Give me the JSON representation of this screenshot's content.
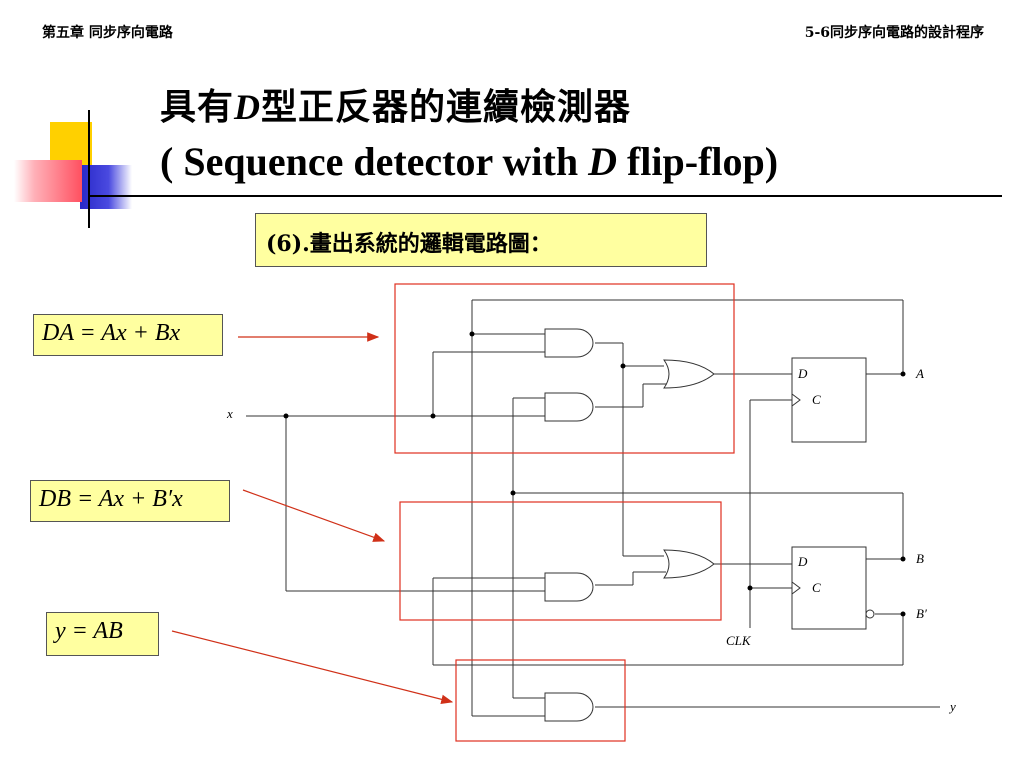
{
  "header": {
    "chapter": "第五章 同步序向電路",
    "section": "5-6同步序向電路的設計程序"
  },
  "title": {
    "zh_before": "具有",
    "zh_italic": "D",
    "zh_after": "型正反器的連續檢測器",
    "en_before": "( Sequence detector with ",
    "en_italic": "D",
    "en_after": " flip-flop)"
  },
  "step": "(6).畫出系統的邏輯電路圖：",
  "equations": {
    "da": "DA = Ax + Bx",
    "db": "DB = Ax + B′x",
    "y": "y = AB"
  },
  "circuit": {
    "input_x": "x",
    "output_a": "A",
    "output_b": "B",
    "output_b_bar": "B′",
    "output_y": "y",
    "clock": "CLK",
    "ff_d_label": "D",
    "ff_c_label": "C"
  },
  "colors": {
    "highlight_box": "#ffffa0",
    "frame_red": "#e03020",
    "arrow_red": "#d03018",
    "deco_yellow": "#ffd000",
    "deco_blue": "#2828c8",
    "deco_red": "#ff5060"
  }
}
